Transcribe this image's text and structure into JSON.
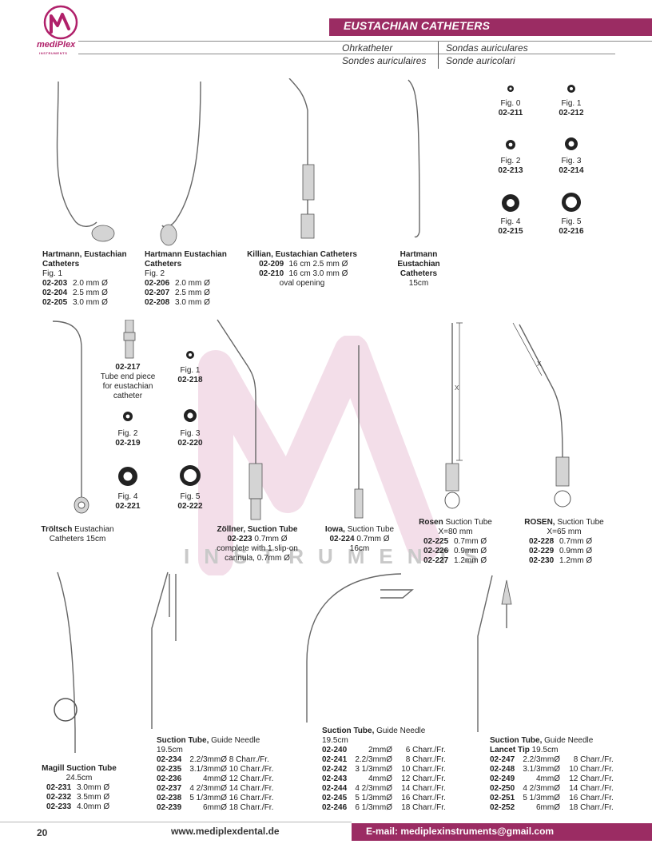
{
  "brand": {
    "logo_text": "mediPlex",
    "logo_sub": "INSTRUMENTS"
  },
  "header": {
    "title": "EUSTACHIAN CATHETERS",
    "translations": [
      "Ohrkatheter",
      "Sondas auriculares",
      "Sondes auriculaires",
      "Sonde auricolari"
    ]
  },
  "watermark": {
    "text": "INSTRUMENTS"
  },
  "products": {
    "hartmann1": {
      "title": "Hartmann, Eustachian Catheters",
      "fig": "Fig. 1",
      "rows": [
        [
          "02-203",
          "2.0 mm Ø"
        ],
        [
          "02-204",
          "2.5 mm Ø"
        ],
        [
          "02-205",
          "3.0 mm Ø"
        ]
      ]
    },
    "hartmann2": {
      "title": "Hartmann Eustachian Catheters",
      "fig": "Fig. 2",
      "rows": [
        [
          "02-206",
          "2.0 mm Ø"
        ],
        [
          "02-207",
          "2.5 mm Ø"
        ],
        [
          "02-208",
          "3.0 mm Ø"
        ]
      ]
    },
    "killian": {
      "title": "Killian, Eustachian Catheters",
      "rows": [
        [
          "02-209",
          "16 cm 2.5 mm Ø"
        ],
        [
          "02-210",
          "16 cm 3.0 mm Ø"
        ]
      ],
      "note": "oval opening"
    },
    "hartmann3": {
      "title": "Hartmann Eustachian Catheters",
      "size": "15cm"
    },
    "tips_top": [
      {
        "fig": "Fig. 0",
        "code": "02-211"
      },
      {
        "fig": "Fig. 1",
        "code": "02-212"
      },
      {
        "fig": "Fig. 2",
        "code": "02-213"
      },
      {
        "fig": "Fig. 3",
        "code": "02-214"
      },
      {
        "fig": "Fig. 4",
        "code": "02-215"
      },
      {
        "fig": "Fig. 5",
        "code": "02-216"
      }
    ],
    "troltsch": {
      "title_bold": "Tröltsch",
      "title_rest": " Eustachian",
      "line2": "Catheters 15cm"
    },
    "tube_end": {
      "code": "02-217",
      "lines": [
        "Tube end piece",
        "for eustachian",
        "catheter"
      ]
    },
    "tips_mid": [
      {
        "fig": "Fig. 1",
        "code": "02-218"
      },
      {
        "fig": "Fig. 2",
        "code": "02-219"
      },
      {
        "fig": "Fig. 3",
        "code": "02-220"
      },
      {
        "fig": "Fig. 4",
        "code": "02-221"
      },
      {
        "fig": "Fig. 5",
        "code": "02-222"
      }
    ],
    "zollner": {
      "title_bold": "Zöllner, Suction Tube",
      "code": "02-223",
      "spec": "0.7mm Ø",
      "lines": [
        "complete with 1 slip-on",
        "cannula, 0.7mm Ø"
      ]
    },
    "iowa": {
      "title_bold": "Iowa,",
      "title_rest": " Suction Tube",
      "code": "02-224",
      "spec": "0.7mm Ø",
      "size": "16cm"
    },
    "rosen1": {
      "title_bold": "Rosen",
      "title_rest": " Suction Tube",
      "x": "X=80 mm",
      "rows": [
        [
          "02-225",
          "0.7mm Ø"
        ],
        [
          "02-226",
          "0.9mm Ø"
        ],
        [
          "02-227",
          "1.2mm Ø"
        ]
      ],
      "dim_label": "X"
    },
    "rosen2": {
      "title_bold": "ROSEN,",
      "title_rest": " Suction Tube",
      "x": "X=65 mm",
      "rows": [
        [
          "02-228",
          "0.7mm Ø"
        ],
        [
          "02-229",
          "0.9mm Ø"
        ],
        [
          "02-230",
          "1.2mm Ø"
        ]
      ],
      "dim_label": "X"
    },
    "magill": {
      "title": "Magill Suction Tube",
      "size": "24.5cm",
      "rows": [
        [
          "02-231",
          "3.0mm Ø"
        ],
        [
          "02-232",
          "3.5mm Ø"
        ],
        [
          "02-233",
          "4.0mm Ø"
        ]
      ]
    },
    "suction1": {
      "title_bold": "Suction Tube,",
      "title_rest": " Guide Needle",
      "size": "19.5cm",
      "rows": [
        [
          "02-234",
          "2.2/3mmØ",
          "8 Charr./Fr."
        ],
        [
          "02-235",
          "3.1/3mmØ",
          "10 Charr./Fr."
        ],
        [
          "02-236",
          "4mmØ",
          "12 Charr./Fr."
        ],
        [
          "02-237",
          "4 2/3mmØ",
          "14 Charr./Fr."
        ],
        [
          "02-238",
          "5 1/3mmØ",
          "16 Charr./Fr."
        ],
        [
          "02-239",
          "6mmØ",
          "18 Charr./Fr."
        ]
      ]
    },
    "suction2": {
      "title_bold": "Suction Tube,",
      "title_rest": " Guide Needle",
      "size": "19.5cm",
      "rows": [
        [
          "02-240",
          "2mmØ",
          "6 Charr./Fr."
        ],
        [
          "02-241",
          "2.2/3mmØ",
          "8 Charr./Fr."
        ],
        [
          "02-242",
          "3 1/3mmØ",
          "10 Charr./Fr."
        ],
        [
          "02-243",
          "4mmØ",
          "12 Charr./Fr."
        ],
        [
          "02-244",
          "4 2/3mmØ",
          "14 Charr./Fr."
        ],
        [
          "02-245",
          "5 1/3mmØ",
          "16 Charr./Fr."
        ],
        [
          "02-246",
          "6 1/3mmØ",
          "18 Charr./Fr."
        ]
      ]
    },
    "suction3": {
      "title_bold": "Suction Tube,",
      "title_rest": " Guide Needle",
      "title2_bold": "Lancet Tip",
      "size": "19.5cm",
      "rows": [
        [
          "02-247",
          "2.2/3mmØ",
          "8 Charr./Fr."
        ],
        [
          "02-248",
          "3.1/3mmØ",
          "10 Charr./Fr."
        ],
        [
          "02-249",
          "4mmØ",
          "12 Charr./Fr."
        ],
        [
          "02-250",
          "4 2/3mmØ",
          "14 Charr./Fr."
        ],
        [
          "02-251",
          "5 1/3mmØ",
          "16 Charr./Fr."
        ],
        [
          "02-252",
          "6mmØ",
          "18 Charr./Fr."
        ]
      ]
    }
  },
  "footer": {
    "page": "20",
    "website": "www.mediplexdental.de",
    "email": "E-mail: mediplexinstruments@gmail.com"
  }
}
